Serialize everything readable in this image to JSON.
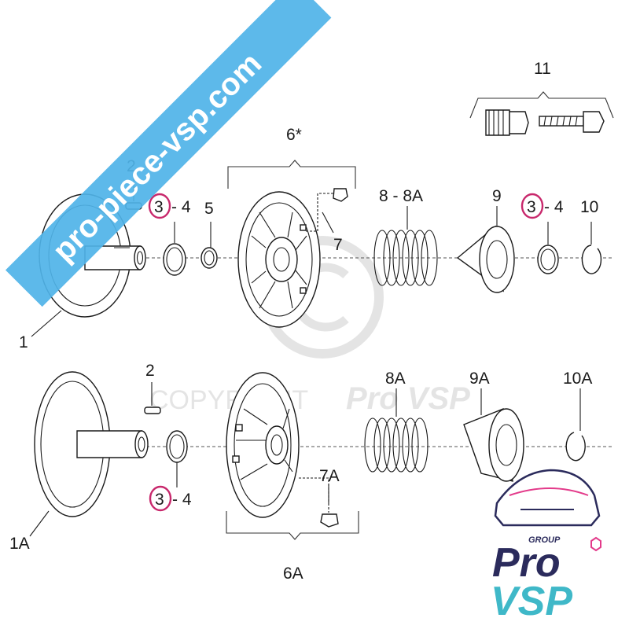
{
  "watermark": {
    "banner_text": "pro-piece-vsp.com",
    "copyright_text": "COPYRIGHT",
    "copyright_brand": "Pro VSP",
    "banner_color": "#4fb3e8"
  },
  "logo": {
    "group": "GROUP",
    "line1": "Pro",
    "line2": "VSP",
    "primary_color": "#2b2b5c",
    "accent_color": "#e33a8a",
    "teal_color": "#3fb8c8"
  },
  "highlight_color": "#c8286c",
  "labels": {
    "p1": "1",
    "p2_top": "2",
    "p34_top_a_num": "3",
    "p34_top_a_rest": "- 4",
    "p5": "5",
    "p6": "6*",
    "p7": "7",
    "p8": "8 - 8A",
    "p9": "9",
    "p34_top_b_num": "3",
    "p34_top_b_rest": "- 4",
    "p10": "10",
    "p11": "11",
    "p1a": "1A",
    "p2_bottom": "2",
    "p34_bottom_num": "3",
    "p34_bottom_rest": "- 4",
    "p6a": "6A",
    "p7a": "7A",
    "p8a": "8A",
    "p9a": "9A",
    "p10a": "10A"
  }
}
